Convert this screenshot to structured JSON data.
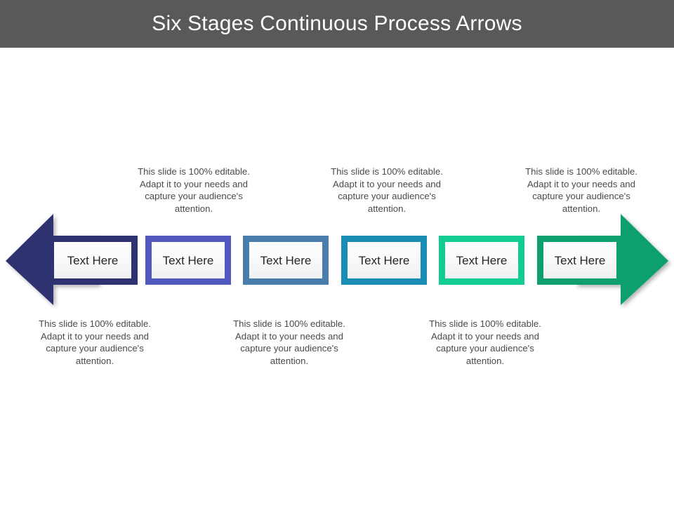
{
  "header": {
    "title": "Six Stages Continuous Process Arrows",
    "background_color": "#595959",
    "text_color": "#ffffff"
  },
  "diagram": {
    "type": "six-stage-continuous-process-arrows",
    "left_arrow": {
      "name": "left-arrow",
      "color": "#2E3270",
      "direction": "left"
    },
    "right_arrow": {
      "name": "right-arrow",
      "color": "#0BA06D",
      "direction": "right"
    },
    "stages": [
      {
        "label": "Text Here",
        "color": "#2E3270"
      },
      {
        "label": "Text Here",
        "color": "#5158BE"
      },
      {
        "label": "Text Here",
        "color": "#4B7DAC"
      },
      {
        "label": "Text Here",
        "color": "#1A8DB4"
      },
      {
        "label": "Text Here",
        "color": "#12CC93"
      },
      {
        "label": "Text Here",
        "color": "#0BA06D"
      }
    ],
    "captions_top": [
      "This slide is 100% editable. Adapt it to your needs and capture your audience's attention.",
      "This slide is 100% editable. Adapt it to your needs and capture your audience's attention.",
      "This slide is 100% editable. Adapt it to your needs and capture your audience's attention."
    ],
    "captions_bottom": [
      "This slide is 100% editable. Adapt it to your needs and capture your audience's attention.",
      "This slide is 100% editable. Adapt it to your needs and capture your audience's attention.",
      "This slide is 100% editable. Adapt it to your needs and capture your audience's attention."
    ]
  }
}
